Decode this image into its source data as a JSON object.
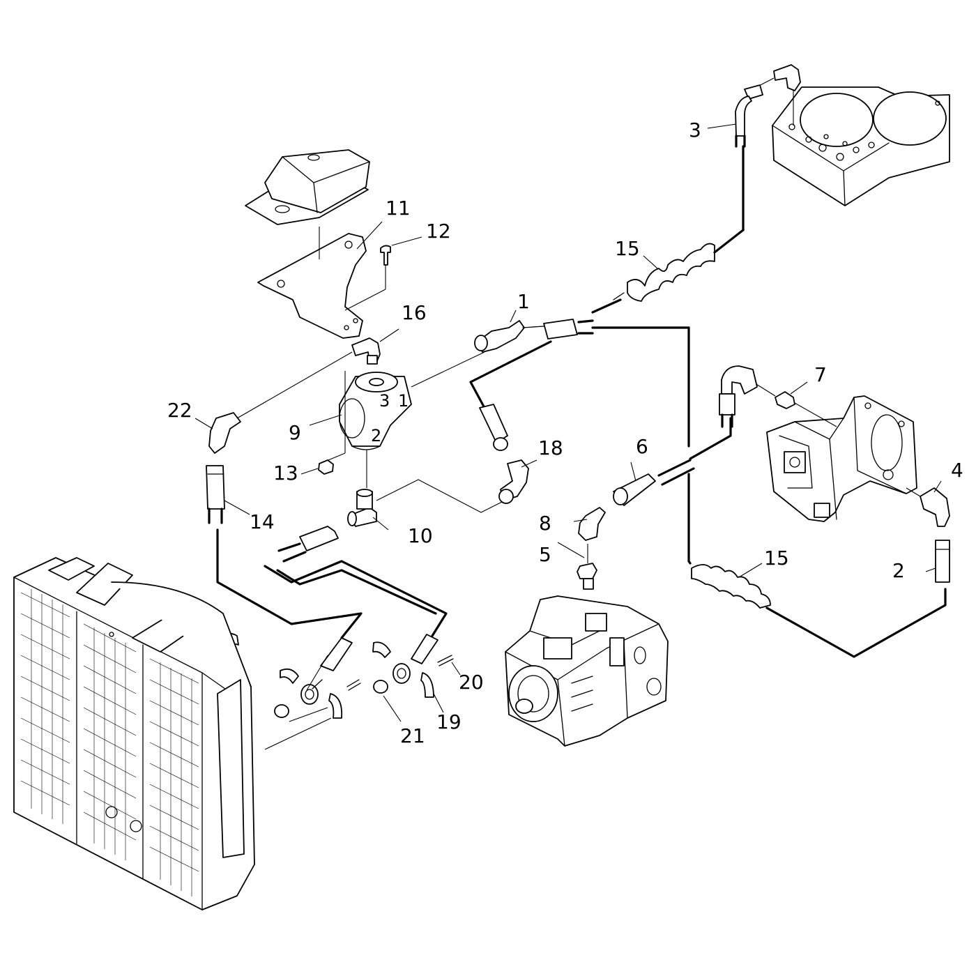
{
  "parts": [
    {
      "id": "label-1",
      "text": "1"
    },
    {
      "id": "label-2",
      "text": "2"
    },
    {
      "id": "label-3",
      "text": "3"
    },
    {
      "id": "label-4",
      "text": "4"
    },
    {
      "id": "label-5",
      "text": "5"
    },
    {
      "id": "label-6",
      "text": "6"
    },
    {
      "id": "label-7",
      "text": "7"
    },
    {
      "id": "label-8",
      "text": "8"
    },
    {
      "id": "label-9",
      "text": "9"
    },
    {
      "id": "label-10",
      "text": "10"
    },
    {
      "id": "label-11",
      "text": "11"
    },
    {
      "id": "label-12",
      "text": "12"
    },
    {
      "id": "label-13",
      "text": "13"
    },
    {
      "id": "label-14",
      "text": "14"
    },
    {
      "id": "label-15a",
      "text": "15"
    },
    {
      "id": "label-15b",
      "text": "15"
    },
    {
      "id": "label-16",
      "text": "16"
    },
    {
      "id": "label-18",
      "text": "18"
    },
    {
      "id": "label-19",
      "text": "19"
    },
    {
      "id": "label-20",
      "text": "20"
    },
    {
      "id": "label-21",
      "text": "21"
    },
    {
      "id": "label-22",
      "text": "22"
    }
  ],
  "valve_ports": [
    "1",
    "2",
    "3"
  ]
}
